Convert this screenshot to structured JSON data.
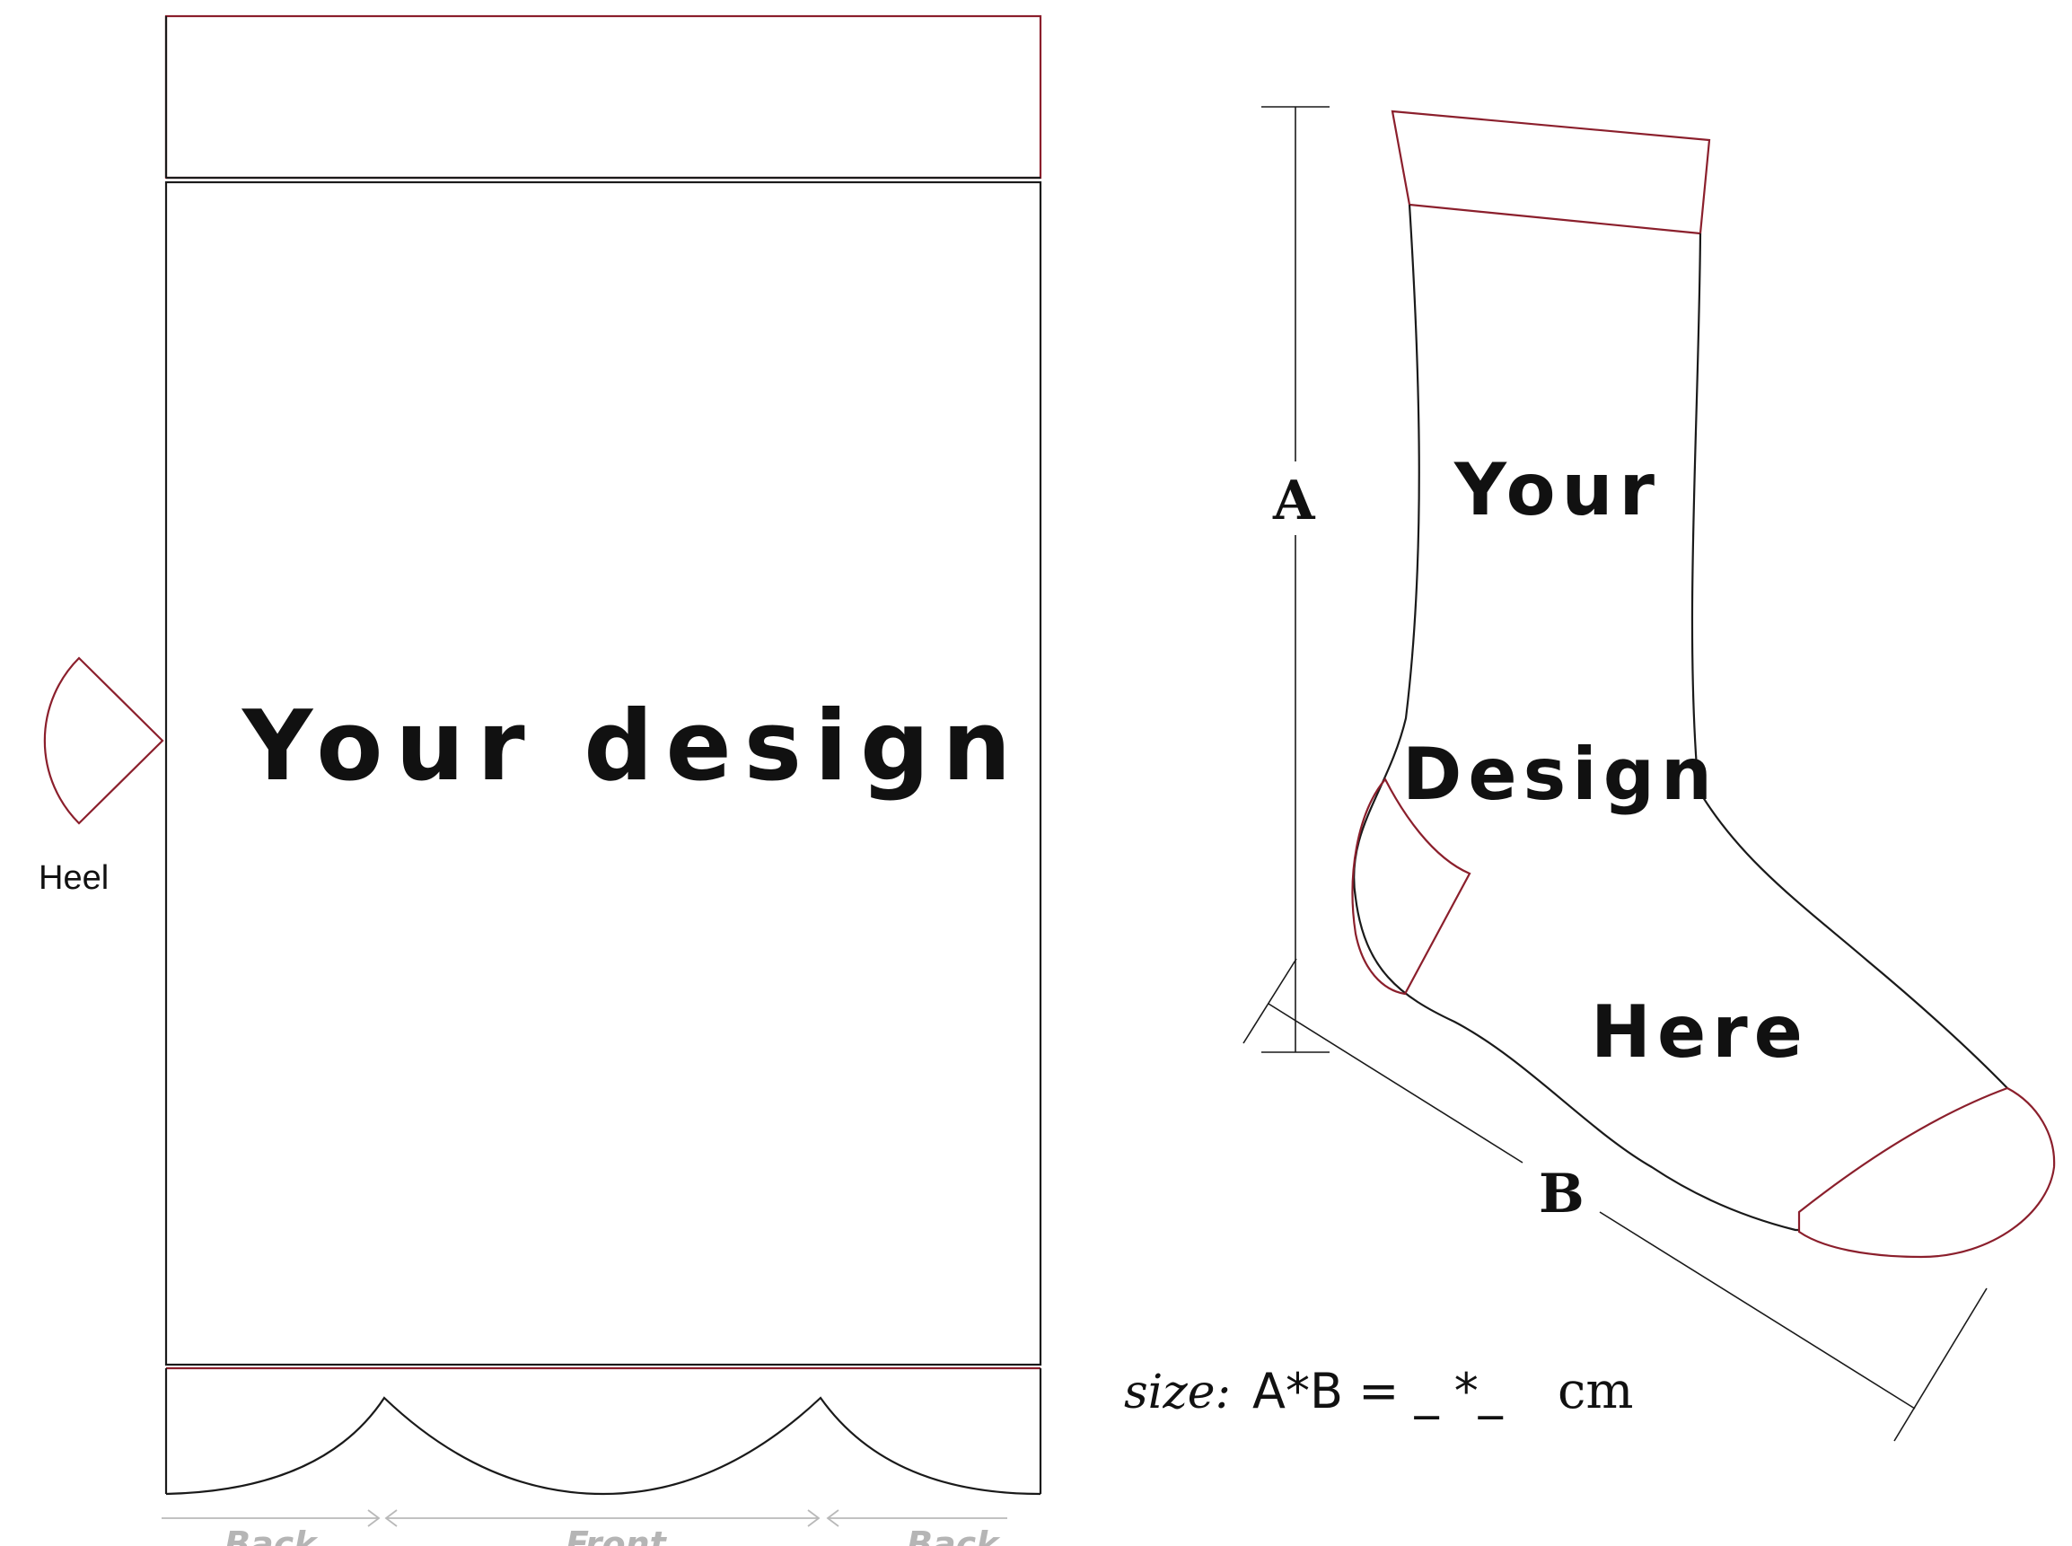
{
  "pattern": {
    "main_text": "Your design",
    "heel_label": "Heel",
    "sections": [
      "Back",
      "Front",
      "Back"
    ]
  },
  "sock": {
    "lines": [
      "Your",
      "Design",
      "Here"
    ]
  },
  "dimensions": {
    "label_a": "A",
    "label_b": "B"
  },
  "size": {
    "label": "size:",
    "formula": "A*B = _ *_",
    "unit": "cm"
  },
  "colors": {
    "outline": "#1a1a1a",
    "seam": "#8b1f2c",
    "section_label": "#b5b5b5"
  }
}
